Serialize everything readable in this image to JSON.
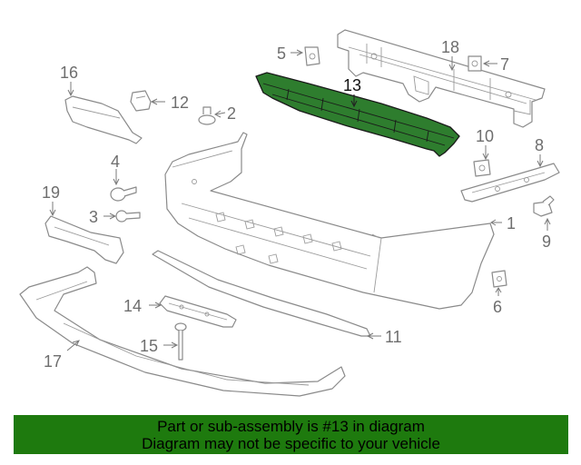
{
  "diagram": {
    "highlight_part": "13",
    "highlight_color": "#2e7d2e",
    "callouts": {
      "p1": "1",
      "p2": "2",
      "p3": "3",
      "p4": "4",
      "p5": "5",
      "p6": "6",
      "p7": "7",
      "p8": "8",
      "p9": "9",
      "p10": "10",
      "p11": "11",
      "p12": "12",
      "p13": "13",
      "p14": "14",
      "p15": "15",
      "p16": "16",
      "p17": "17",
      "p18": "18",
      "p19": "19"
    }
  },
  "banner": {
    "line1": "Part or sub-assembly is #13 in diagram",
    "line2": "Diagram may not be specific to your vehicle",
    "background": "#1e7a0e"
  }
}
